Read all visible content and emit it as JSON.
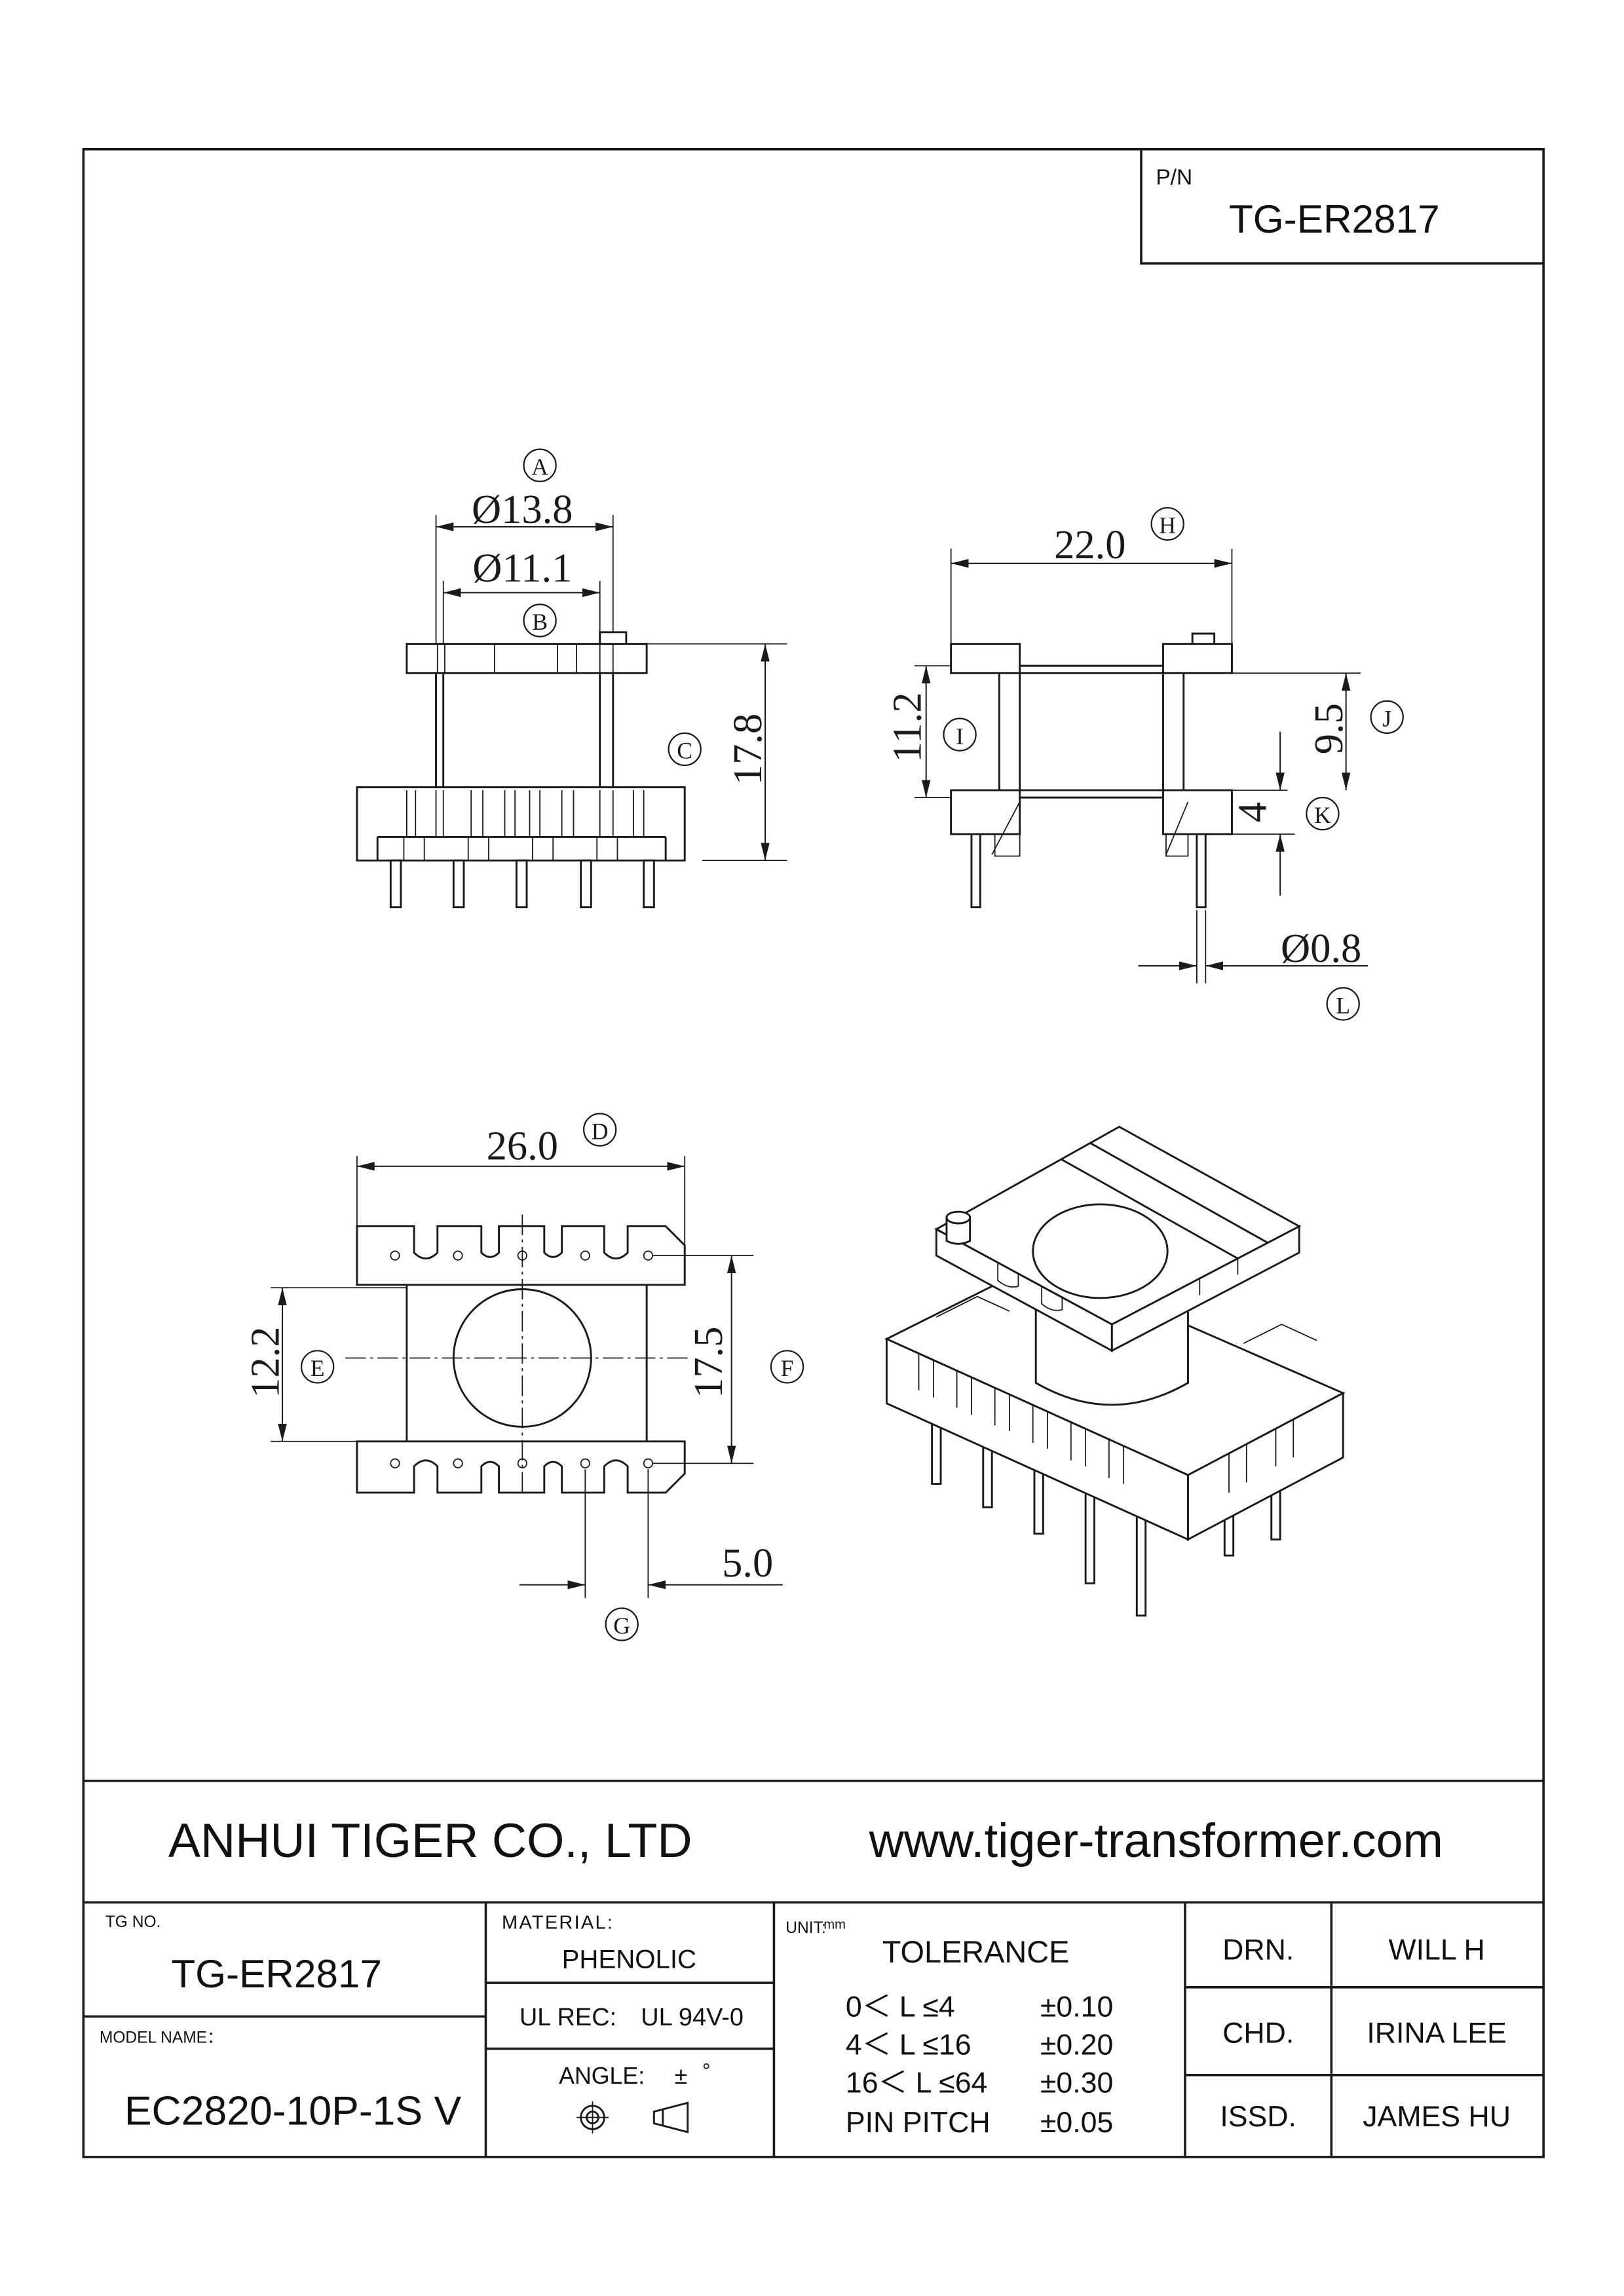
{
  "pn": {
    "label": "P/N",
    "value": "TG-ER2817"
  },
  "company": {
    "name": "ANHUI TIGER CO., LTD",
    "website": "www.tiger-transformer.com"
  },
  "title_block": {
    "tg_no_label": "TG NO.",
    "tg_no": "TG-ER2817",
    "model_name_label": "MODEL NAME：",
    "model_name": "EC2820-10P-1S V",
    "material_label": "MATERIAL:",
    "material": "PHENOLIC",
    "ul_rec_label": "UL REC:",
    "ul_rec": "UL 94V-0",
    "angle_label": "ANGLE:",
    "angle_tolerance": "±",
    "angle_unit": "°",
    "unit_label": "UNIT:",
    "unit": "mm",
    "tolerance_label": "TOLERANCE",
    "tolerances": [
      {
        "range": "0＜ L ≤4",
        "value": "±0.10"
      },
      {
        "range": "4＜ L ≤16",
        "value": "±0.20"
      },
      {
        "range": "16＜ L ≤64",
        "value": "±0.30"
      },
      {
        "range": "PIN PITCH",
        "value": "±0.05"
      }
    ],
    "approvals": [
      {
        "role": "DRN.",
        "name": "WILL H"
      },
      {
        "role": "CHD.",
        "name": "IRINA LEE"
      },
      {
        "role": "ISSD.",
        "name": "JAMES HU"
      }
    ],
    "projection_icon": "projection-symbol-icon"
  },
  "drawing": {
    "dimensions": {
      "A": "Ø13.8",
      "B": "Ø11.1",
      "C": "17.8",
      "D": "26.0",
      "E": "12.2",
      "F": "17.5",
      "G": "5.0",
      "H": "22.0",
      "I": "11.2",
      "J": "9.5",
      "K": "4",
      "L": "Ø0.8"
    },
    "callouts": [
      "A",
      "B",
      "C",
      "D",
      "E",
      "F",
      "G",
      "H",
      "I",
      "J",
      "K",
      "L"
    ]
  }
}
